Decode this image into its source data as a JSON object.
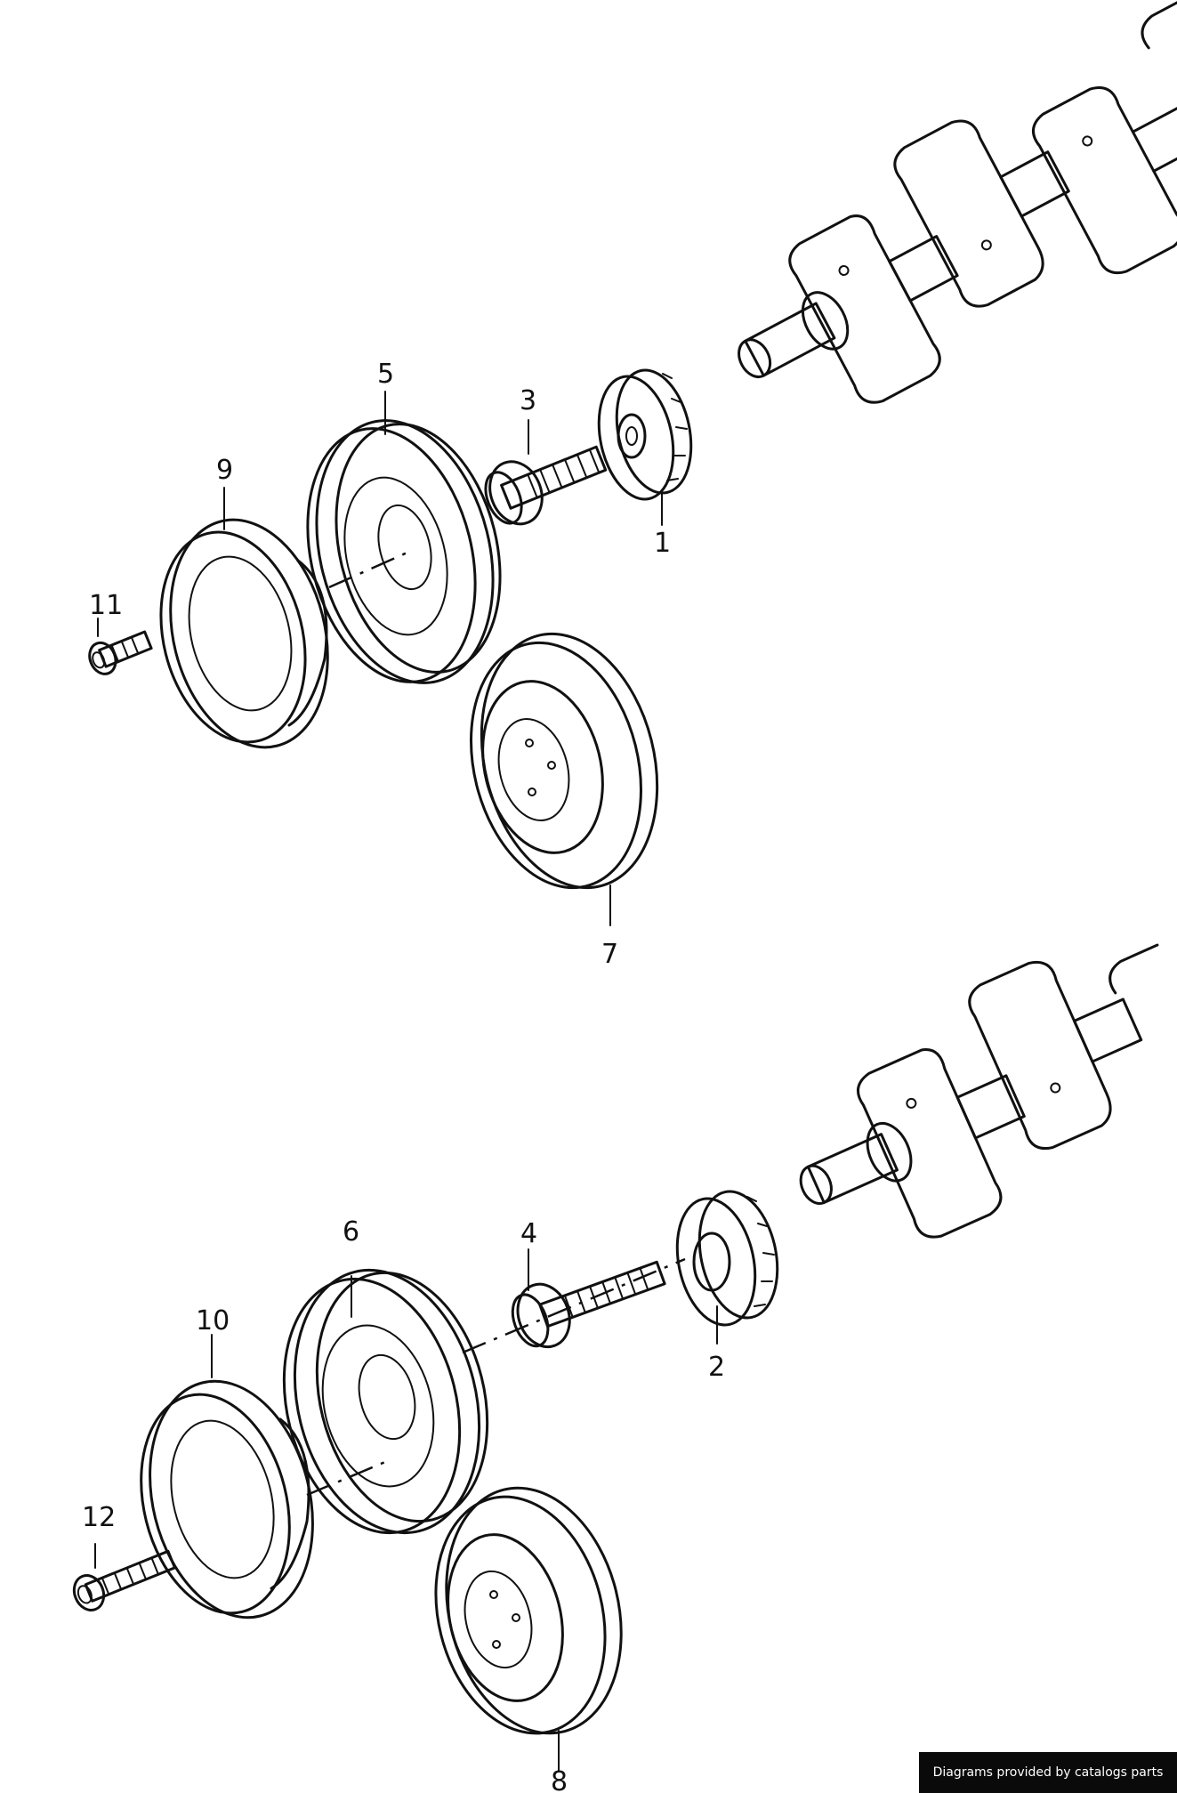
{
  "callouts": {
    "c1": "1",
    "c2": "2",
    "c3": "3",
    "c4": "4",
    "c5": "5",
    "c6": "6",
    "c7": "7",
    "c8": "8",
    "c9": "9",
    "c10": "10",
    "c11": "11",
    "c12": "12"
  },
  "credit": "Diagrams provided by catalogs parts"
}
